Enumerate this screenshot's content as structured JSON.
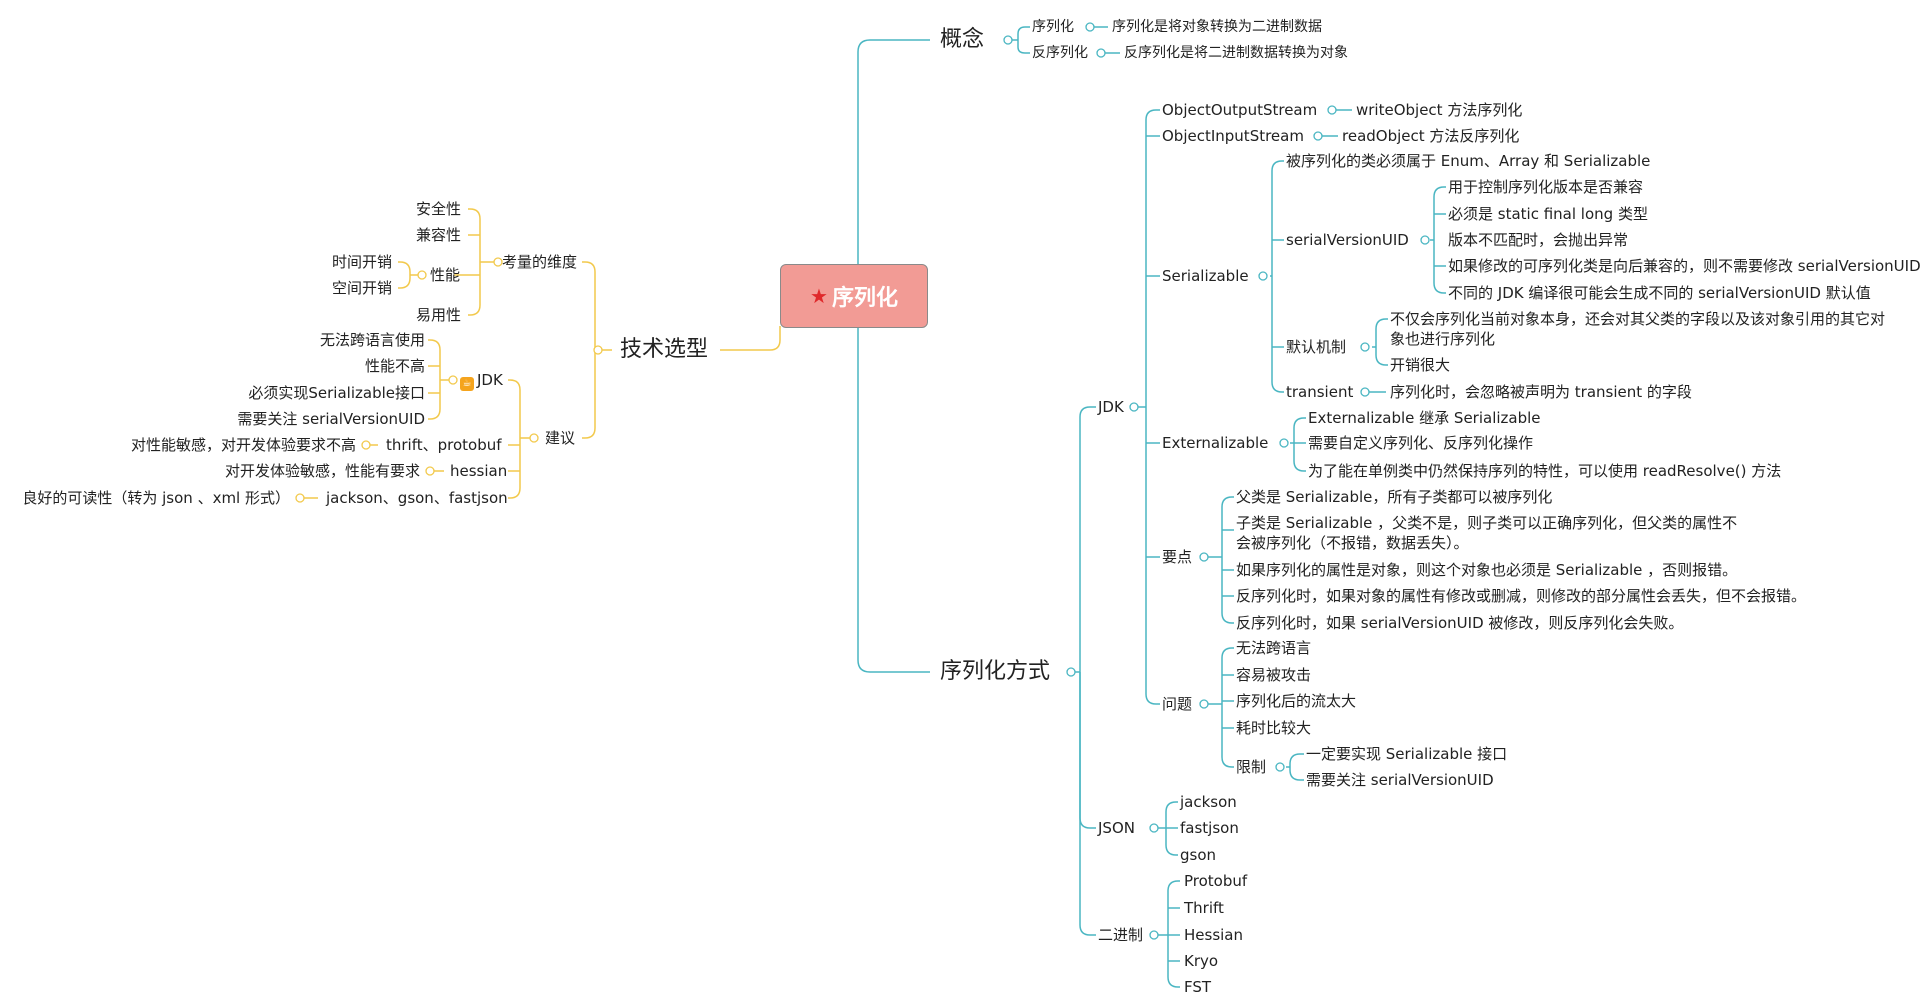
{
  "root": "序列化",
  "concept": {
    "title": "概念",
    "items": [
      {
        "name": "序列化",
        "desc": "序列化是将对象转换为二进制数据"
      },
      {
        "name": "反序列化",
        "desc": "反序列化是将二进制数据转换为对象"
      }
    ]
  },
  "methods": {
    "title": "序列化方式",
    "jdk": {
      "title": "JDK",
      "oos": {
        "name": "ObjectOutputStream",
        "desc": "writeObject 方法序列化"
      },
      "ois": {
        "name": "ObjectInputStream",
        "desc": "readObject 方法反序列化"
      },
      "serializable": {
        "title": "Serializable",
        "must": "被序列化的类必须属于 Enum、Array 和 Serializable",
        "uid": {
          "title": "serialVersionUID",
          "items": [
            "用于控制序列化版本是否兼容",
            "必须是 static final long 类型",
            "版本不匹配时，会抛出异常",
            "如果修改的可序列化类是向后兼容的，则不需要修改 serialVersionUID",
            "不同的 JDK 编译很可能会生成不同的 serialVersionUID 默认值"
          ]
        },
        "default": {
          "title": "默认机制",
          "line1": "不仅会序列化当前对象本身，还会对其父类的字段以及该对象引用的其它对",
          "line2": "象也进行序列化",
          "cost": "开销很大"
        },
        "transient": {
          "name": "transient",
          "desc": "序列化时，会忽略被声明为 transient 的字段"
        }
      },
      "externalizable": {
        "title": "Externalizable",
        "items": [
          "Externalizable 继承 Serializable",
          "需要自定义序列化、反序列化操作",
          "为了能在单例类中仍然保持序列的特性，可以使用 readResolve() 方法"
        ]
      },
      "points": {
        "title": "要点",
        "p1": "父类是 Serializable，所有子类都可以被序列化",
        "p2a": "子类是 Serializable ，父类不是，则子类可以正确序列化，但父类的属性不",
        "p2b": "会被序列化（不报错，数据丢失）。",
        "p3": "如果序列化的属性是对象，则这个对象也必须是 Serializable ，否则报错。",
        "p4": "反序列化时，如果对象的属性有修改或删减，则修改的部分属性会丢失，但不会报错。",
        "p5": "反序列化时，如果 serialVersionUID 被修改，则反序列化会失败。"
      },
      "problems": {
        "title": "问题",
        "items": [
          "无法跨语言",
          "容易被攻击",
          "序列化后的流太大",
          "耗时比较大"
        ],
        "limit": {
          "title": "限制",
          "items": [
            "一定要实现 Serializable 接口",
            "需要关注 serialVersionUID"
          ]
        }
      }
    },
    "json": {
      "title": "JSON",
      "items": [
        "jackson",
        "fastjson",
        "gson"
      ]
    },
    "binary": {
      "title": "二进制",
      "items": [
        "Protobuf",
        "Thrift",
        "Hessian",
        "Kryo",
        "FST"
      ]
    }
  },
  "selection": {
    "title": "技术选型",
    "dimensions": {
      "title": "考量的维度",
      "security": "安全性",
      "compat": "兼容性",
      "perf": {
        "title": "性能",
        "items": [
          "时间开销",
          "空间开销"
        ]
      },
      "usability": "易用性"
    },
    "advice": {
      "title": "建议",
      "jdk": {
        "title": "JDK",
        "items": [
          "无法跨语言使用",
          "性能不高",
          "必须实现Serializable接口",
          "需要关注 serialVersionUID"
        ]
      },
      "rows": [
        {
          "cond": "对性能敏感，对开发体验要求不高",
          "tech": "thrift、protobuf"
        },
        {
          "cond": "对开发体验敏感，性能有要求",
          "tech": "hessian"
        },
        {
          "cond": "良好的可读性（转为 json 、xml 形式）",
          "tech": "jackson、gson、fastjson"
        }
      ]
    }
  }
}
